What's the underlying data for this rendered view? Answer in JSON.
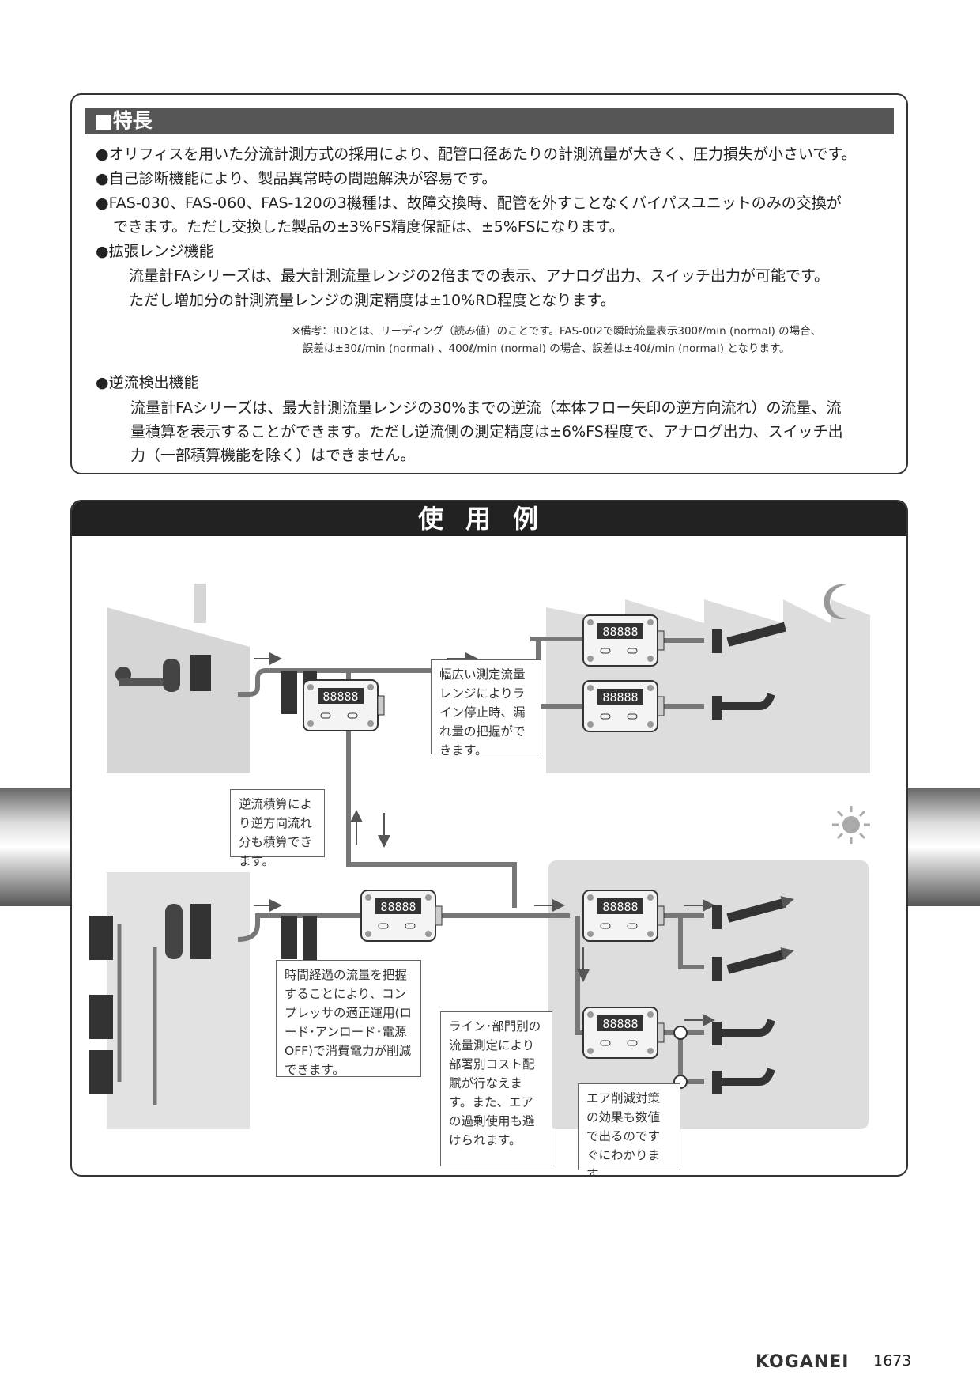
{
  "features": {
    "heading": "■特長",
    "items": [
      "●オリフィスを用いた分流計測方式の採用により、配管口径あたりの計測流量が大きく、圧力損失が小さいです。",
      "●自己診断機能により、製品異常時の問題解決が容易です。",
      "●FAS-030、FAS-060、FAS-120の3機種は、故障交換時、配管を外すことなくバイパスユニットのみの交換が",
      "できます。ただし交換した製品の±3%FS精度保証は、±5%FSになります。",
      "●拡張レンジ機能",
      "流量計FAシリーズは、最大計測流量レンジの2倍までの表示、アナログ出力、スイッチ出力が可能です。",
      "ただし増加分の計測流量レンジの測定精度は±10%RD程度となります。"
    ],
    "note_lines": [
      "※備考：RDとは、リーディング（読み値）のことです。FAS-002で瞬時流量表示300ℓ/min (normal) の場合、",
      "誤差は±30ℓ/min (normal) 、400ℓ/min (normal) の場合、誤差は±40ℓ/min (normal) となります。"
    ],
    "items2": [
      "●逆流検出機能",
      "流量計FAシリーズは、最大計測流量レンジの30%までの逆流（本体フロー矢印の逆方向流れ）の流量、流",
      "量積算を表示することができます。ただし逆流側の測定精度は±6%FS程度で、アナログ出力、スイッチ出",
      "力（一部積算機能を除く）はできません。"
    ]
  },
  "usage": {
    "heading": "使用例",
    "callouts": [
      "幅広い測定流量レンジによりライン停止時、漏れ量の把握ができます。",
      "逆流積算により逆方向流れ分も積算できます。",
      "時間経過の流量を把握することにより、コンプレッサの適正運用(ロード･アンロード･電源OFF)で消費電力が削減できます。",
      "ライン･部門別の流量測定により部署別コスト配賦が行なえます。また、エアの過剰使用も避けられます。",
      "エア削減対策の効果も数値で出るのですぐにわかります。"
    ],
    "meter_display": "88888"
  },
  "footer": {
    "brand": "KOGANEI",
    "page": "1673"
  }
}
